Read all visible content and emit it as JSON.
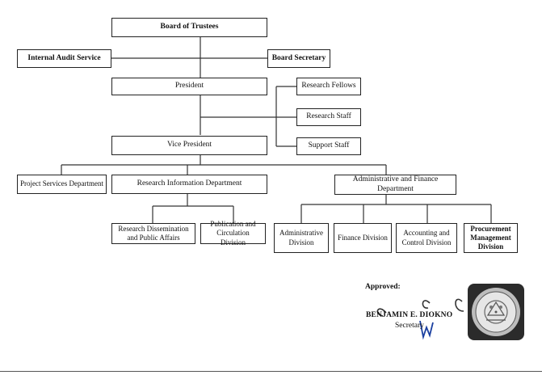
{
  "org_chart": {
    "board_of_trustees": "Board of Trustees",
    "internal_audit_service": "Internal Audit Service",
    "board_secretary": "Board Secretary",
    "president": "President",
    "research_fellows": "Research Fellows",
    "research_staff": "Research Staff",
    "support_staff": "Support Staff",
    "vice_president": "Vice President",
    "project_services_department": "Project Services Department",
    "research_information_department": "Research Information Department",
    "administrative_and_finance_department": "Administrative and Finance Department",
    "research_dissemination_and_public_affairs": "Research Dissemination and Public Affairs",
    "publication_and_circulation_division": "Publication and Circulation Division",
    "administrative_division": "Administrative Division",
    "finance_division": "Finance Division",
    "accounting_and_control_division": "Accounting and Control Division",
    "procurement_management_division": "Procurement Management Division"
  },
  "approval": {
    "label": "Approved:",
    "name": "BENJAMIN E. DIOKNO",
    "title": "Secretary"
  },
  "colors": {
    "line": "#333333",
    "border": "#222222",
    "signature_ink": "#1a3fa0"
  }
}
